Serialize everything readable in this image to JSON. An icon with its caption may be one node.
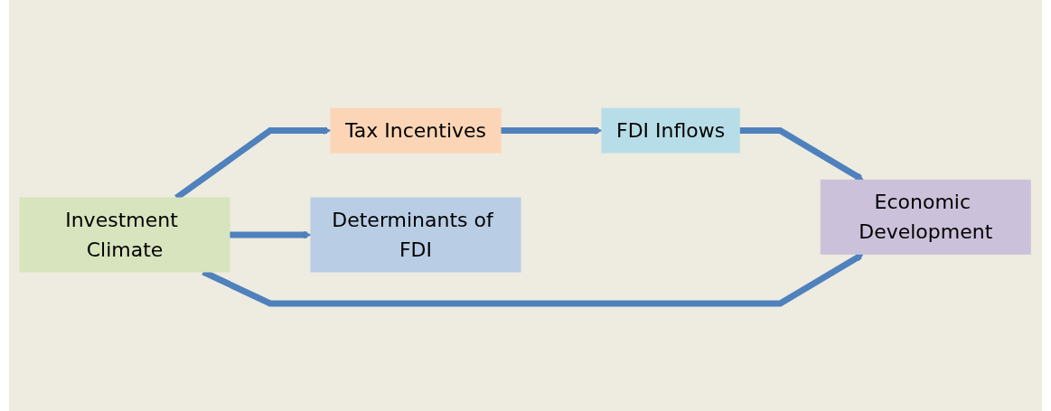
{
  "diagram": {
    "nodes": [
      {
        "text": [
          "Tax Incentives"
        ]
      },
      {
        "text": [
          "FDI Inflows"
        ]
      },
      {
        "text": [
          "Investment Climate"
        ]
      },
      {
        "text": [
          "Economic Development"
        ]
      },
      {
        "text": [
          "Determinants of FDI"
        ]
      }
    ],
    "edges": [
      {
        "from": 0,
        "to": 1,
        "arrow": "to"
      },
      {
        "from": 1,
        "to": 3,
        "arrow": "to"
      },
      {
        "from": 2,
        "to": 0,
        "arrow": "to"
      },
      {
        "from": 2,
        "to": 3,
        "arrow": "to"
      },
      {
        "from": 2,
        "to": 4,
        "arrow": "to"
      }
    ]
  }
}
